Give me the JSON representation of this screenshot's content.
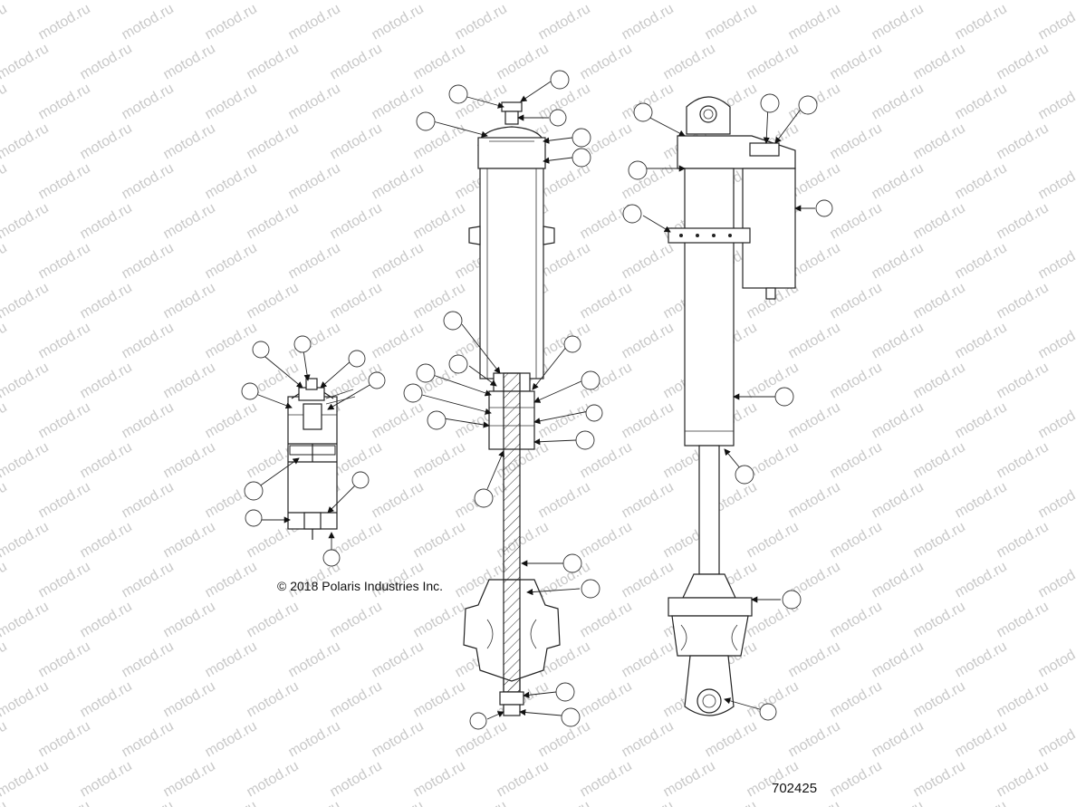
{
  "copyright": "© 2018 Polaris Industries Inc.",
  "diagram_number": "702425",
  "watermark_text": "motod.ru",
  "colors": {
    "line": "#222222",
    "watermark": "#c9c9c9",
    "background": "#ffffff"
  }
}
